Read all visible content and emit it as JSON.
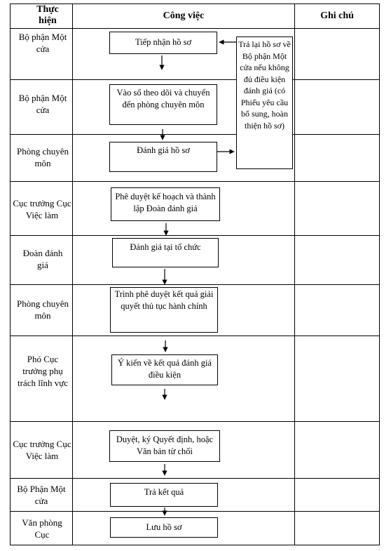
{
  "table": {
    "headers": {
      "actor": "Thực hiện",
      "task": "Công việc",
      "note": "Ghi chú"
    },
    "rows": [
      {
        "actor": "Bộ phận Một cửa",
        "task": "Tiếp nhận hồ sơ"
      },
      {
        "actor": "Bộ phận Một cửa",
        "task": "Vào sổ theo dõi và chuyển đến phòng chuyên môn"
      },
      {
        "actor": "Phòng chuyên môn",
        "task": "Đánh giá hồ sơ"
      },
      {
        "actor": "Cục trưởng Cục Việc làm",
        "task": "Phê duyệt kế hoạch và thành lập Đoàn đánh giá"
      },
      {
        "actor": "Đoàn đánh giá",
        "task": "Đánh giá tại tổ chức"
      },
      {
        "actor": "Phòng chuyên môn",
        "task": "Trình phê duyệt kết quả giải quyết thủ tục hành chính"
      },
      {
        "actor": "Phó Cục trưởng phụ trách lĩnh vực",
        "task": "Ý kiến về kết quả đánh giá điều kiện"
      },
      {
        "actor": "Cục trưởng Cục Việc làm",
        "task": "Duyệt, ký Quyết định, hoặc Văn bản từ chối"
      },
      {
        "actor": "Bộ Phận Một cửa",
        "task": "Trả kết quả"
      },
      {
        "actor": "Văn phòng Cục",
        "task": "Lưu hồ sơ"
      }
    ]
  },
  "side_note": "Trả lại hồ sơ về Bộ phận Một cửa nếu không đủ điều kiện đánh giá (có Phiếu yêu cầu bổ sung, hoàn thiện hồ sơ)"
}
